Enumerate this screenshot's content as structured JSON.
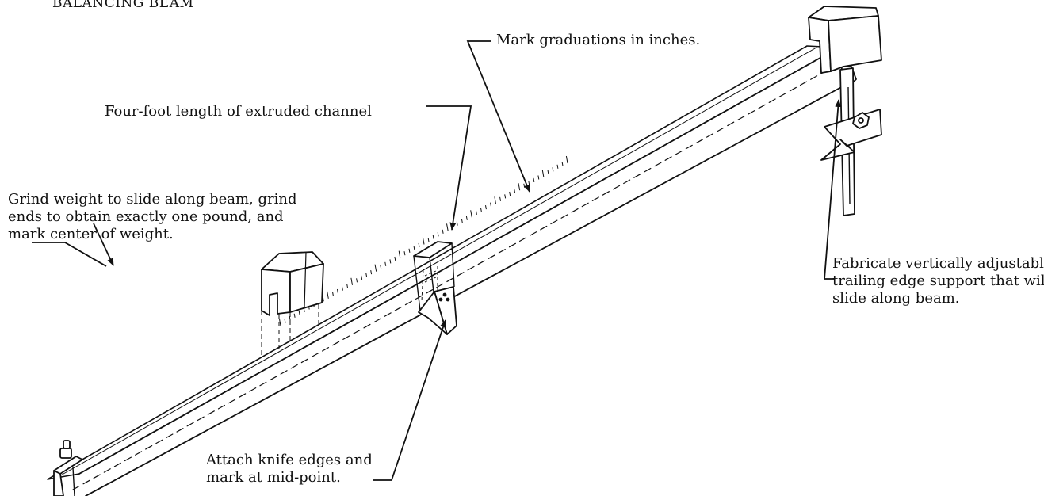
{
  "title": "BALANCING BEAM",
  "callouts": {
    "graduations": "Mark graduations in inches.",
    "channel": "Four-foot length of extruded channel",
    "weight": [
      "Grind weight to slide along beam, grind",
      "ends to obtain exactly one pound, and",
      "mark center of weight."
    ],
    "support": [
      "Fabricate vertically adjustable",
      "trailing edge support that will",
      "slide along beam."
    ],
    "knife": [
      "Attach knife edges and",
      "mark at mid-point."
    ]
  }
}
